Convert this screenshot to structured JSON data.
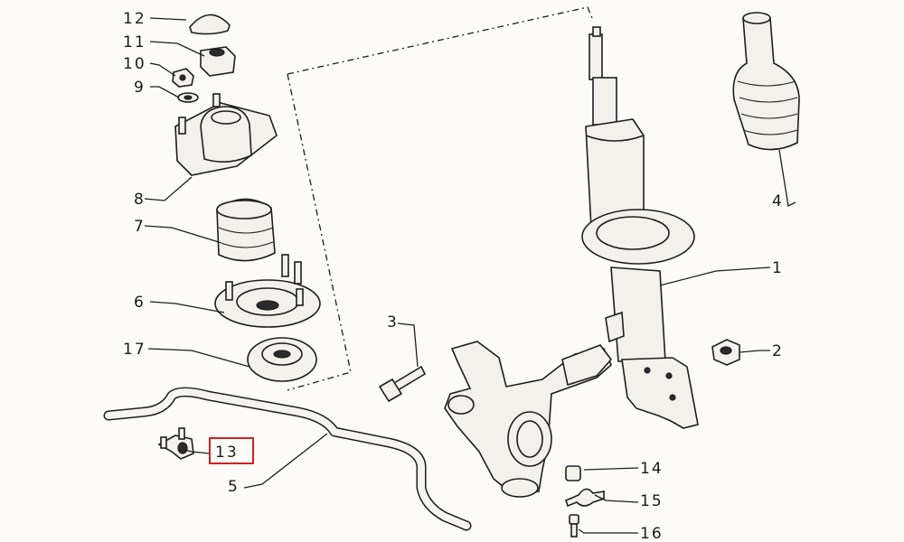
{
  "labels": {
    "p1": "1",
    "p2": "2",
    "p3": "3",
    "p4": "4",
    "p5": "5",
    "p6": "6",
    "p7": "7",
    "p8": "8",
    "p9": "9",
    "p10": "10",
    "p11": "11",
    "p12": "12",
    "p13": "13",
    "p14": "14",
    "p15": "15",
    "p16": "16",
    "p17": "17"
  },
  "colors": {
    "line": "#1e1e1e",
    "highlight": "#d21f1f",
    "background": "#fcfbf8"
  }
}
